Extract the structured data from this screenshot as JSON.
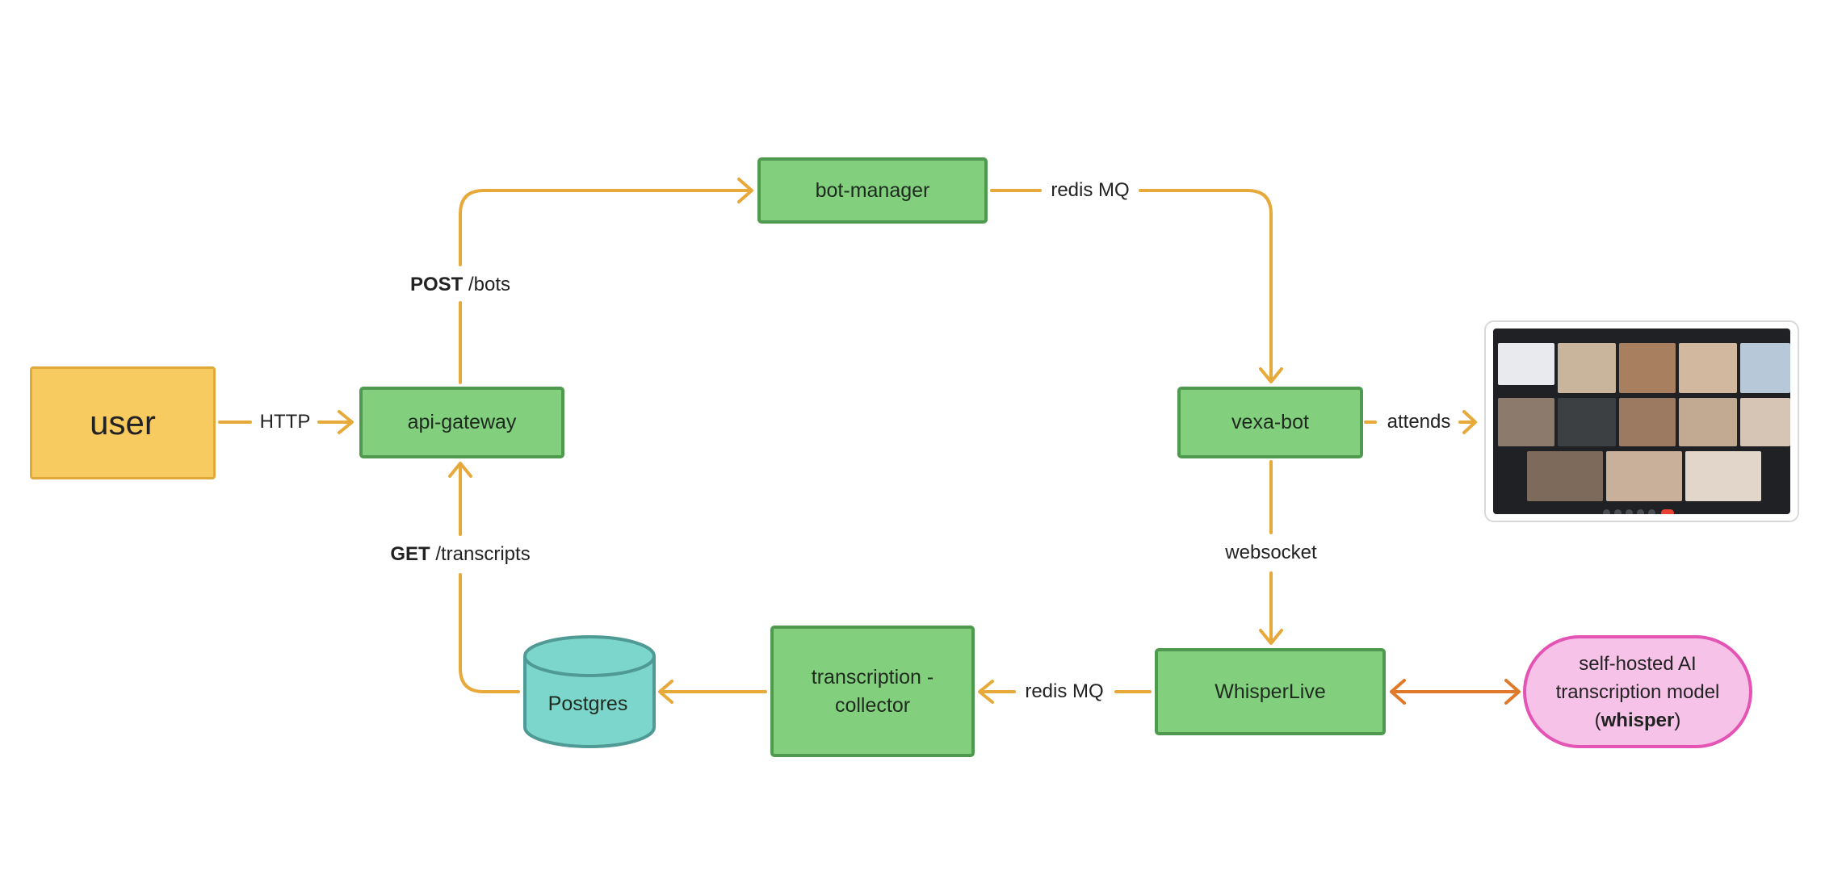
{
  "nodes": {
    "user": "user",
    "api_gateway": "api-gateway",
    "bot_manager": "bot-manager",
    "vexa_bot": "vexa-bot",
    "whisperlive": "WhisperLive",
    "collector_line1": "transcription -",
    "collector_line2": "collector",
    "postgres": "Postgres",
    "ai_line1": "self-hosted AI",
    "ai_line2": "transcription model",
    "ai_line3_open": "(",
    "ai_line3_bold": "whisper",
    "ai_line3_close": ")"
  },
  "edges": {
    "http": "HTTP",
    "post_method": "POST",
    "post_path": " /bots",
    "get_method": "GET",
    "get_path": " /transcripts",
    "redis_top": "redis MQ",
    "attends": "attends",
    "websocket": "websocket",
    "redis_bottom": "redis MQ"
  },
  "colors": {
    "arrow": "#e6a93a",
    "arrow_bidirectional": "#e07a2a",
    "service_fill": "#82d07e",
    "service_border": "#4f9a4e",
    "user_fill": "#f8cb60",
    "database_fill": "#7dd6cc",
    "database_border": "#4f9a94",
    "model_fill": "#f6c2e8",
    "model_border": "#e454b4"
  },
  "icons": {
    "meeting": "video-meeting-screenshot"
  }
}
